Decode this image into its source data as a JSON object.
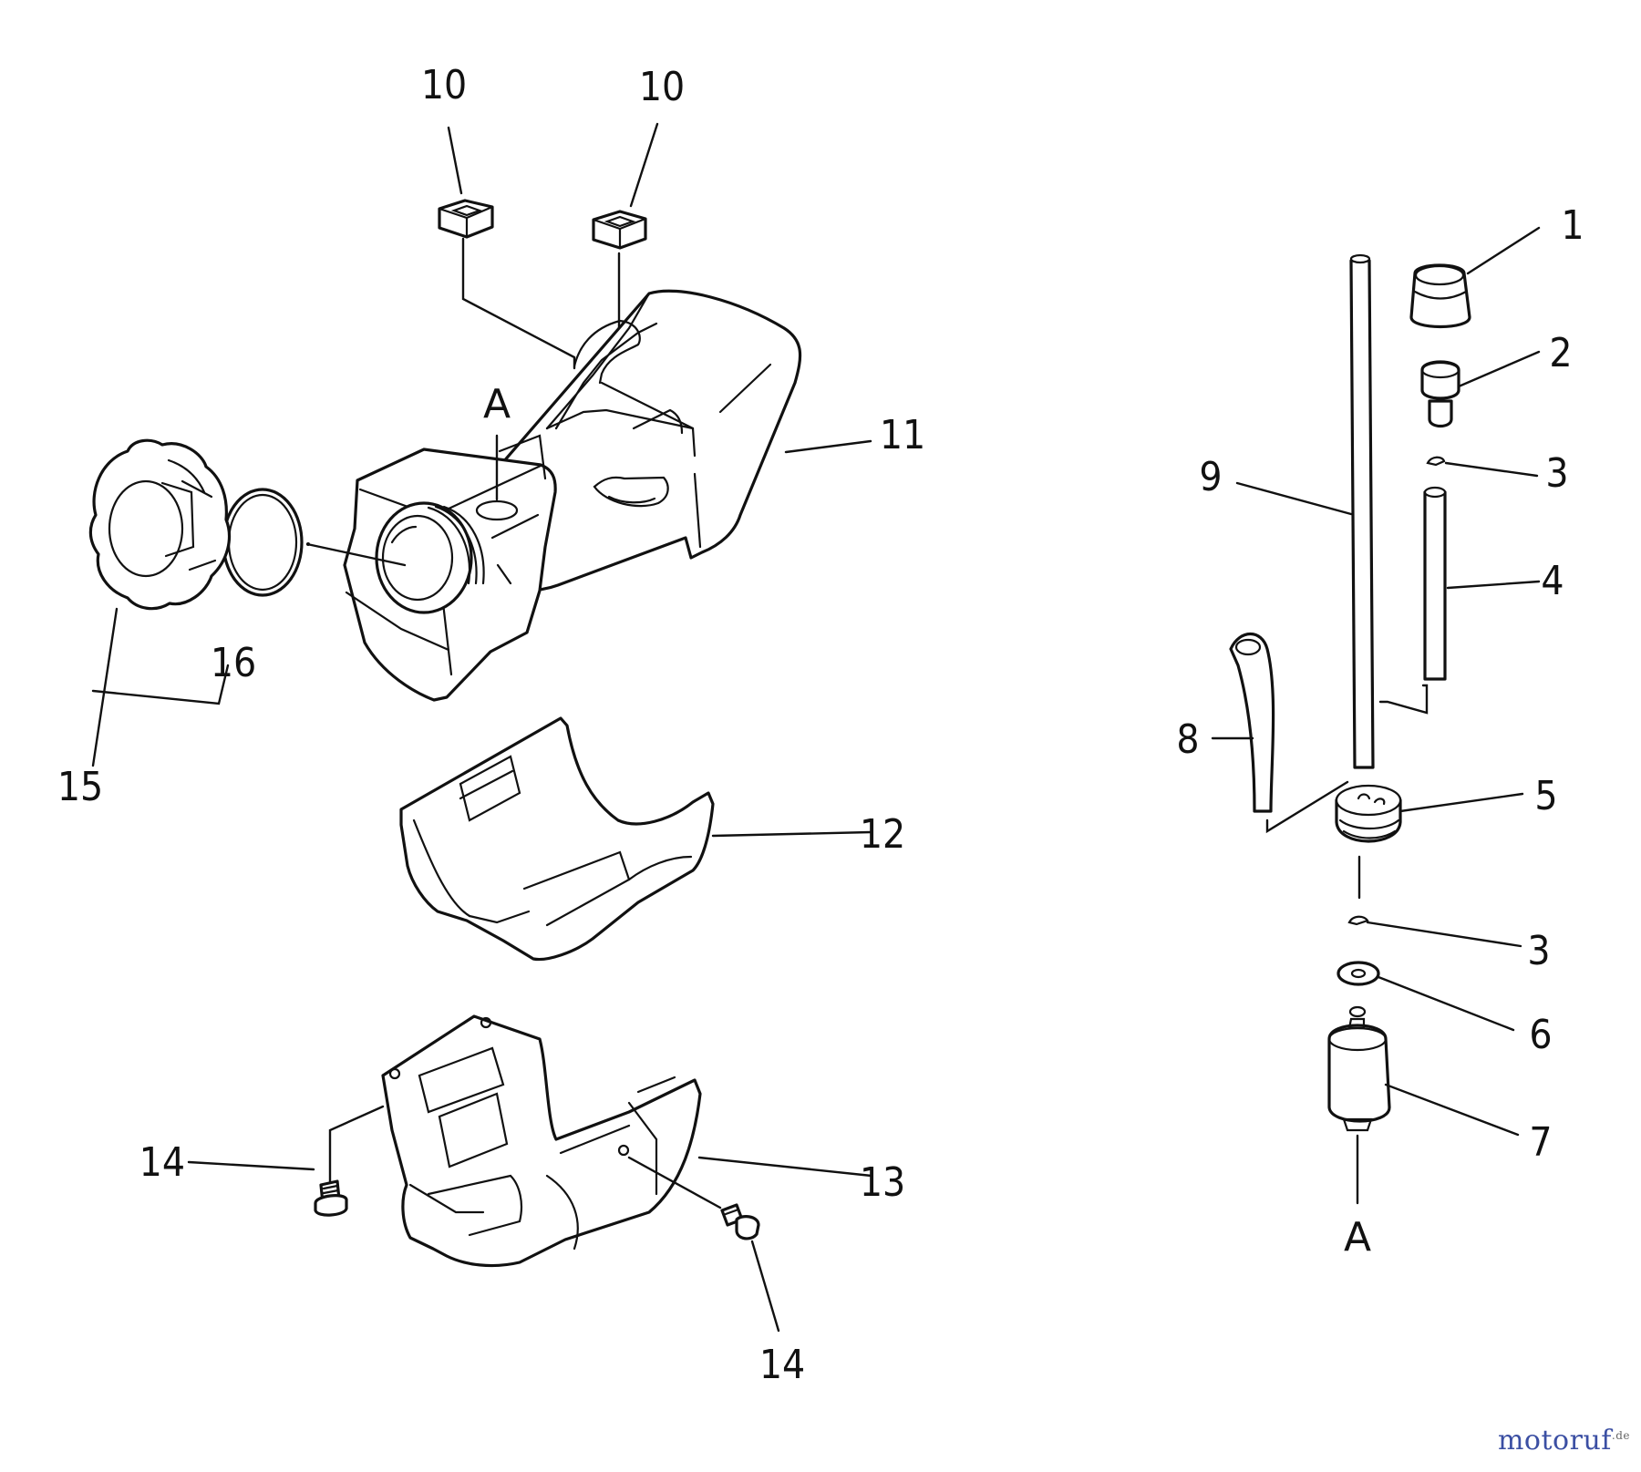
{
  "diagram": {
    "callouts": {
      "c1": "1",
      "c2": "2",
      "c3a": "3",
      "c3b": "3",
      "c4": "4",
      "c5": "5",
      "c6": "6",
      "c7": "7",
      "c8": "8",
      "c9": "9",
      "c10a": "10",
      "c10b": "10",
      "c11": "11",
      "c12": "12",
      "c13": "13",
      "c14a": "14",
      "c14b": "14",
      "c15": "15",
      "c16": "16",
      "refA1": "A",
      "refA2": "A"
    }
  },
  "watermark": {
    "text": "motoruf",
    "tld": ".de",
    "colors": [
      "#3b4fa3",
      "#d0782a",
      "#4a8a3a"
    ]
  }
}
